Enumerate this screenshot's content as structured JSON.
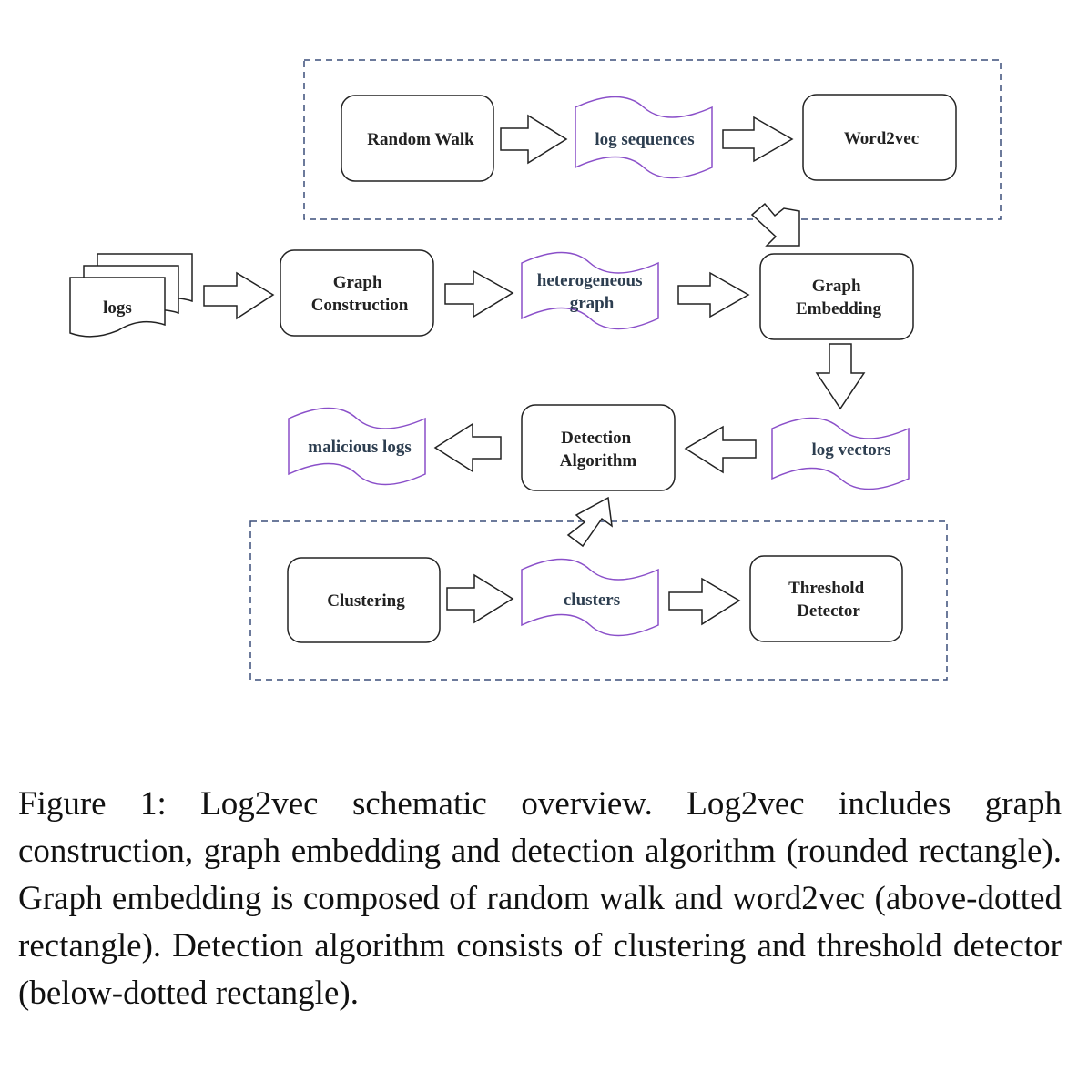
{
  "diagram": {
    "nodes": {
      "logs": "logs",
      "graph_construction": [
        "Graph",
        "Construction"
      ],
      "heterogeneous_graph": [
        "heterogeneous",
        "graph"
      ],
      "graph_embedding": [
        "Graph",
        "Embedding"
      ],
      "random_walk": "Random Walk",
      "log_sequences": "log sequences",
      "word2vec": "Word2vec",
      "log_vectors": "log vectors",
      "detection_algorithm": [
        "Detection",
        "Algorithm"
      ],
      "malicious_logs": "malicious logs",
      "clustering": "Clustering",
      "clusters": "clusters",
      "threshold_detector": [
        "Threshold",
        "Detector"
      ]
    },
    "colors": {
      "node_stroke": "#222222",
      "document_stroke": "#8a4fc9",
      "group_border": "#3b4f7a",
      "arrow_stroke": "#222222"
    }
  },
  "caption": {
    "text": "Figure 1: Log2vec schematic overview. Log2vec includes graph construction, graph embedding and detection algorithm (rounded rectangle). Graph embedding is composed of random walk and word2vec (above-dotted rectangle). Detection algorithm consists of clustering and threshold detector (below-dotted rectangle)."
  }
}
